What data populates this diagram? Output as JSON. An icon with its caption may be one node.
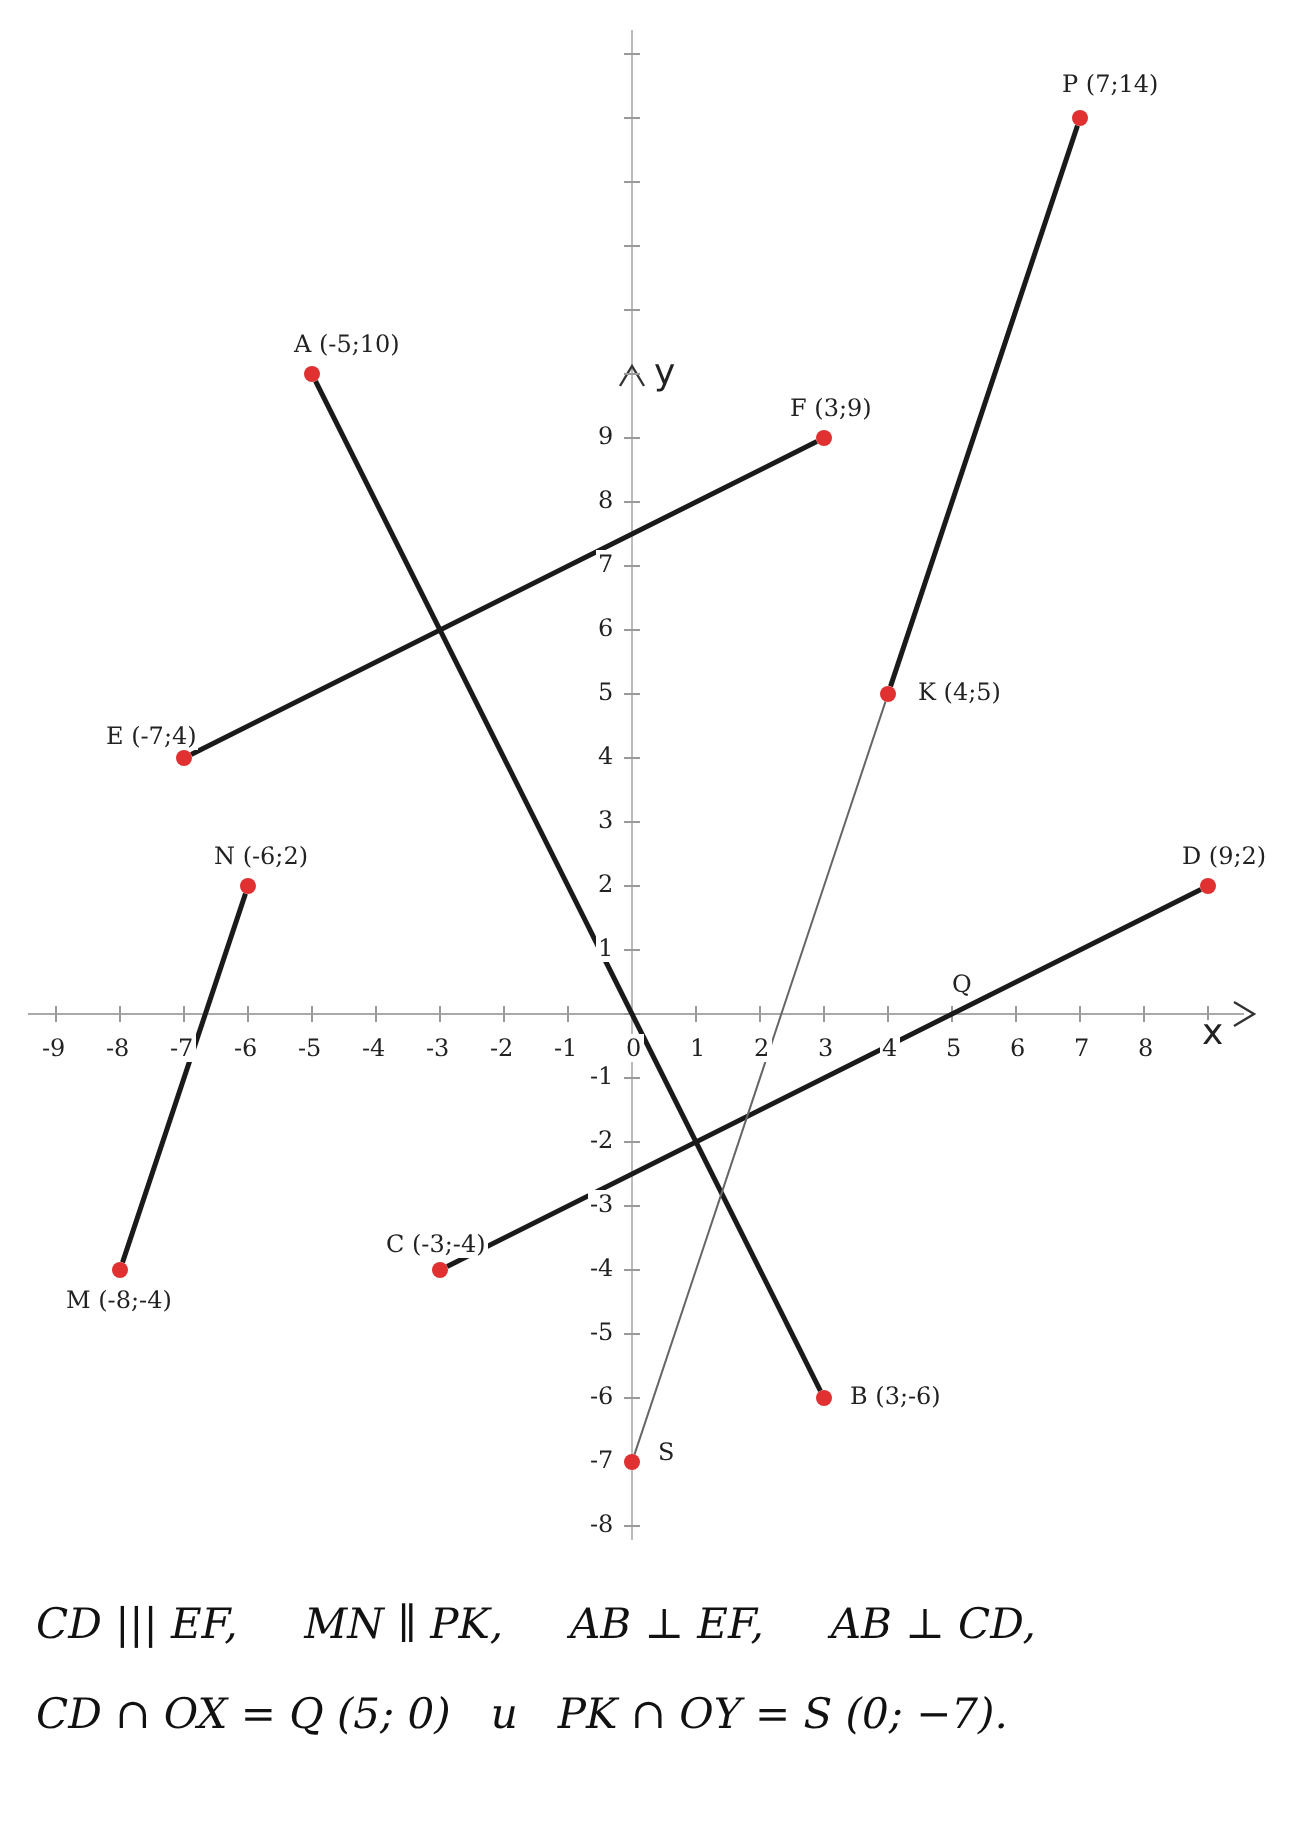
{
  "diagram": {
    "nodes": [
      {
        "text": [],
        "shape": "circle",
        "beside": [
          "P (7;14)"
        ]
      },
      {
        "text": [],
        "shape": "circle",
        "beside": [
          "A (-5;10)"
        ]
      },
      {
        "text": [],
        "shape": "circle",
        "beside": [
          "F (3;9)"
        ]
      },
      {
        "text": [],
        "shape": "circle",
        "beside": [
          "K (4;5)"
        ]
      },
      {
        "text": [],
        "shape": "circle",
        "beside": [
          "E (-7;4)"
        ]
      },
      {
        "text": [],
        "shape": "circle",
        "beside": [
          "N (-6;2)"
        ]
      },
      {
        "text": [],
        "shape": "circle",
        "beside": [
          "D (9;2)"
        ]
      },
      {
        "text": [],
        "shape": "circle",
        "beside": [
          "C (-3;-4)"
        ]
      },
      {
        "text": [],
        "shape": "circle",
        "beside": [
          "M (-8;-4)"
        ]
      },
      {
        "text": [],
        "shape": "circle",
        "beside": [
          "B (3;-6)"
        ]
      },
      {
        "text": [],
        "shape": "circle",
        "beside": [
          "S"
        ]
      }
    ],
    "edges": [
      {
        "from": 1,
        "to": 9,
        "arrow": "none"
      },
      {
        "from": 4,
        "to": 2,
        "arrow": "none"
      },
      {
        "from": 8,
        "to": 5,
        "arrow": "none"
      },
      {
        "from": 0,
        "to": 3,
        "arrow": "none"
      },
      {
        "from": 7,
        "to": 6,
        "arrow": "none"
      },
      {
        "from": 3,
        "to": 10,
        "arrow": "none",
        "color": "#666666"
      }
    ],
    "labels": [
      "y",
      "9",
      "8",
      "7",
      "6",
      "5",
      "4",
      "3",
      "2",
      "1",
      "Q",
      "-9",
      "-8",
      "-7",
      "-6",
      "-5",
      "-4",
      "-3",
      "-2",
      "-1",
      "0",
      "1",
      "2",
      "3",
      "4",
      "5",
      "6",
      "7",
      "8",
      "x",
      "-1",
      "-2",
      "-3",
      "-4",
      "-5",
      "-6",
      "-7",
      "-8",
      "CD ||| EF,     MN ∥ PK,     AB ⊥ EF,     AB ⊥ CD,",
      "CD ∩ OX = Q (5; 0)   и   PK ∩ OY = S (0; −7)."
    ]
  }
}
